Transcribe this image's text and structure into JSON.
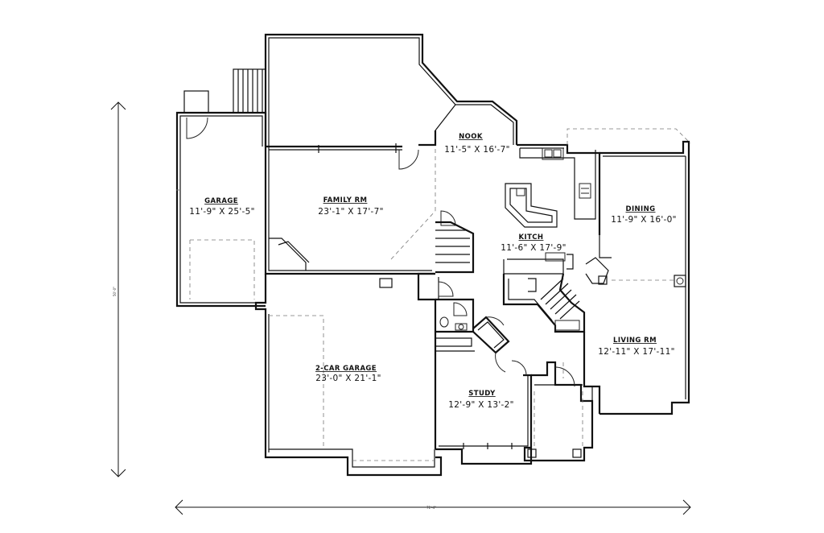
{
  "rooms": {
    "garage": {
      "name": "GARAGE",
      "size": "11'-9\" X 25'-5\""
    },
    "family_rm": {
      "name": "FAMILY RM",
      "size": "23'-1\" X 17'-7\""
    },
    "nook": {
      "name": "NOOK",
      "size": "11'-5\" X 16'-7\""
    },
    "dining": {
      "name": "DINING",
      "size": "11'-9\" X 16'-0\""
    },
    "kitch": {
      "name": "KITCH",
      "size": "11'-6\" X 17'-9\""
    },
    "living_rm": {
      "name": "LIVING RM",
      "size": "12'-11\" X 17'-11\""
    },
    "two_car_garage": {
      "name": "2-CAR GARAGE",
      "size": "23'-0\" X 21'-1\""
    },
    "study": {
      "name": "STUDY",
      "size": "12'-9\" X 13'-2\""
    }
  },
  "dimensions": {
    "overall_width": "71'-4\"",
    "overall_depth": "50'-0\""
  }
}
